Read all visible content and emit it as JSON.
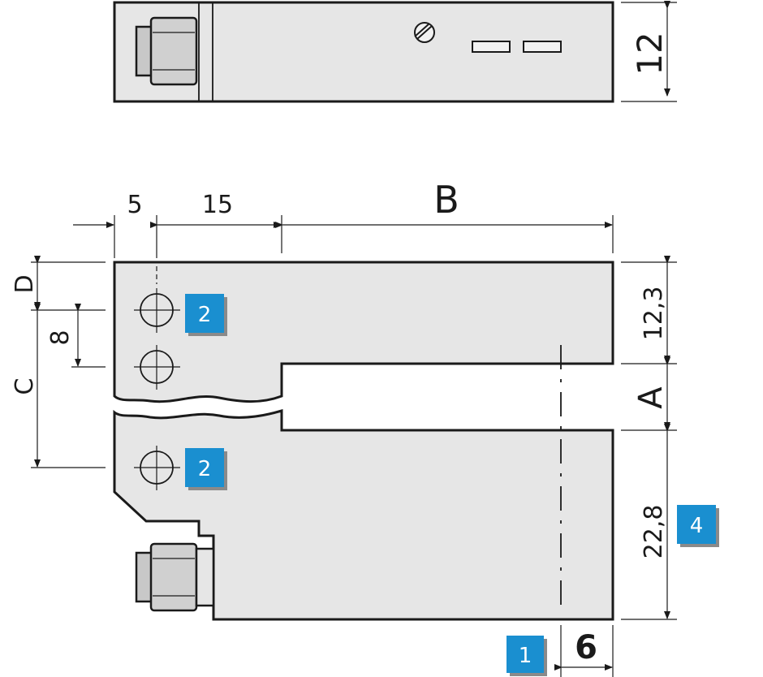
{
  "dimensions": {
    "height_top_view": "12",
    "left_offset": "5",
    "hole_offset": "15",
    "slot_depth": "B",
    "hole_spacing": "8",
    "top_gap": "D",
    "hole_range": "C",
    "upper_arm": "12,3",
    "slot_width": "A",
    "lower_arm": "22,8",
    "optical_axis": "6"
  },
  "badges": {
    "mounting_hole_upper": "2",
    "mounting_hole_lower": "2",
    "optical_axis_ref": "1",
    "lower_arm_ref": "4"
  },
  "colors": {
    "body_fill": "#e6e6e6",
    "outline": "#1a1a1a",
    "badge": "#1a8fd0"
  }
}
